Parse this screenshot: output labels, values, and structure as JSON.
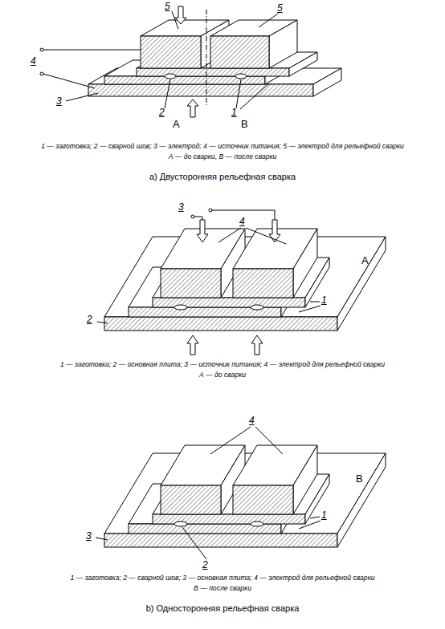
{
  "diagram": {
    "labels": [
      "5",
      "5",
      "4",
      "3",
      "2",
      "1",
      "А",
      "В",
      "1 — заготовка; 2 — сварной шов; 3 — электрод; 4 — источник питания; 5 — электрод для рельефной сварки",
      "А — до сварки, В — после сварки",
      "а) Двусторонняя рельефная сварка",
      "3",
      "4",
      "1",
      "2",
      "А",
      "1 — заготовка; 2 — основная плита; 3 — источник питания; 4 — электрод для рельефной сварки",
      "А — до сварки",
      "4",
      "3",
      "2",
      "1",
      "В",
      "1 — заготовка; 2 — сварной шов; 3 — основная плита; 4 — электрод для рельефной сварки",
      "В — после сварки",
      "b) Односторонняя рельефная сварка"
    ]
  }
}
